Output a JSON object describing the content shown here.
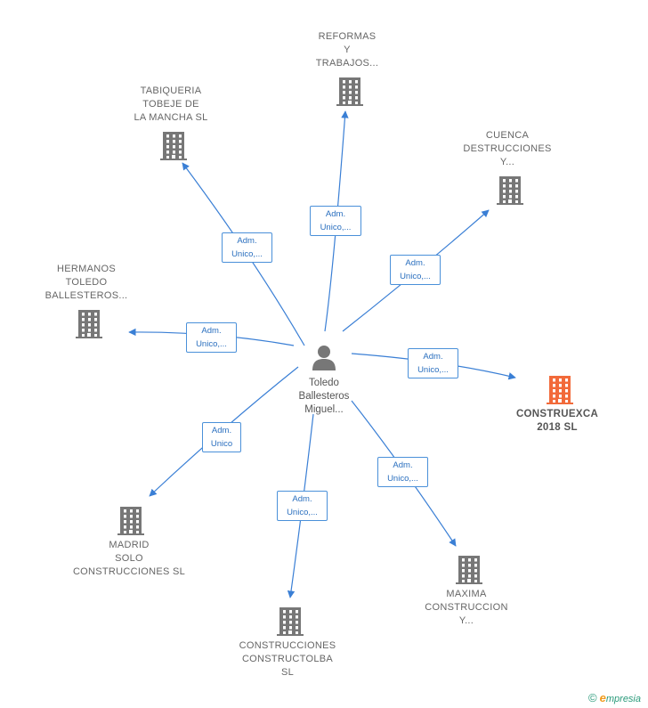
{
  "center": {
    "name_lines": [
      "Toledo",
      "Ballesteros",
      "Miguel..."
    ],
    "icon": "person-icon"
  },
  "companies": [
    {
      "id": "reformas",
      "lines": [
        "REFORMAS",
        "Y",
        "TRABAJOS..."
      ],
      "icon": "building-icon",
      "color": "#777777",
      "highlight": false,
      "edge_label": [
        "Adm.",
        "Unico,..."
      ]
    },
    {
      "id": "tabiqueria",
      "lines": [
        "TABIQUERIA",
        "TOBEJE DE",
        "LA MANCHA SL"
      ],
      "icon": "building-icon",
      "color": "#777777",
      "highlight": false,
      "edge_label": [
        "Adm.",
        "Unico,..."
      ]
    },
    {
      "id": "cuenca",
      "lines": [
        "CUENCA",
        "DESTRUCCIONES",
        "Y..."
      ],
      "icon": "building-icon",
      "color": "#777777",
      "highlight": false,
      "edge_label": [
        "Adm.",
        "Unico,..."
      ]
    },
    {
      "id": "hermanos",
      "lines": [
        "HERMANOS",
        "TOLEDO",
        "BALLESTEROS..."
      ],
      "icon": "building-icon",
      "color": "#777777",
      "highlight": false,
      "edge_label": [
        "Adm.",
        "Unico,..."
      ]
    },
    {
      "id": "construexca",
      "lines": [
        "CONSTRUEXCA",
        "2018  SL"
      ],
      "icon": "building-icon",
      "color": "#f26a3a",
      "highlight": true,
      "edge_label": [
        "Adm.",
        "Unico,..."
      ]
    },
    {
      "id": "madrid",
      "lines": [
        "MADRID",
        "SOLO",
        "CONSTRUCCIONES SL"
      ],
      "icon": "building-icon",
      "color": "#777777",
      "highlight": false,
      "edge_label": [
        "Adm.",
        "Unico"
      ]
    },
    {
      "id": "maxima",
      "lines": [
        "MAXIMA",
        "CONSTRUCCION",
        "Y..."
      ],
      "icon": "building-icon",
      "color": "#777777",
      "highlight": false,
      "edge_label": [
        "Adm.",
        "Unico,..."
      ]
    },
    {
      "id": "constructolba",
      "lines": [
        "CONSTRUCCIONES",
        "CONSTRUCTOLBA",
        "SL"
      ],
      "icon": "building-icon",
      "color": "#777777",
      "highlight": false,
      "edge_label": [
        "Adm.",
        "Unico,..."
      ]
    }
  ],
  "colors": {
    "edge": "#3a7fd5",
    "edge_label_border": "#4a90d9",
    "node_gray": "#777777",
    "node_highlight": "#f26a3a"
  },
  "brand": {
    "copyright": "©",
    "e": "e",
    "rest": "mpresia"
  }
}
